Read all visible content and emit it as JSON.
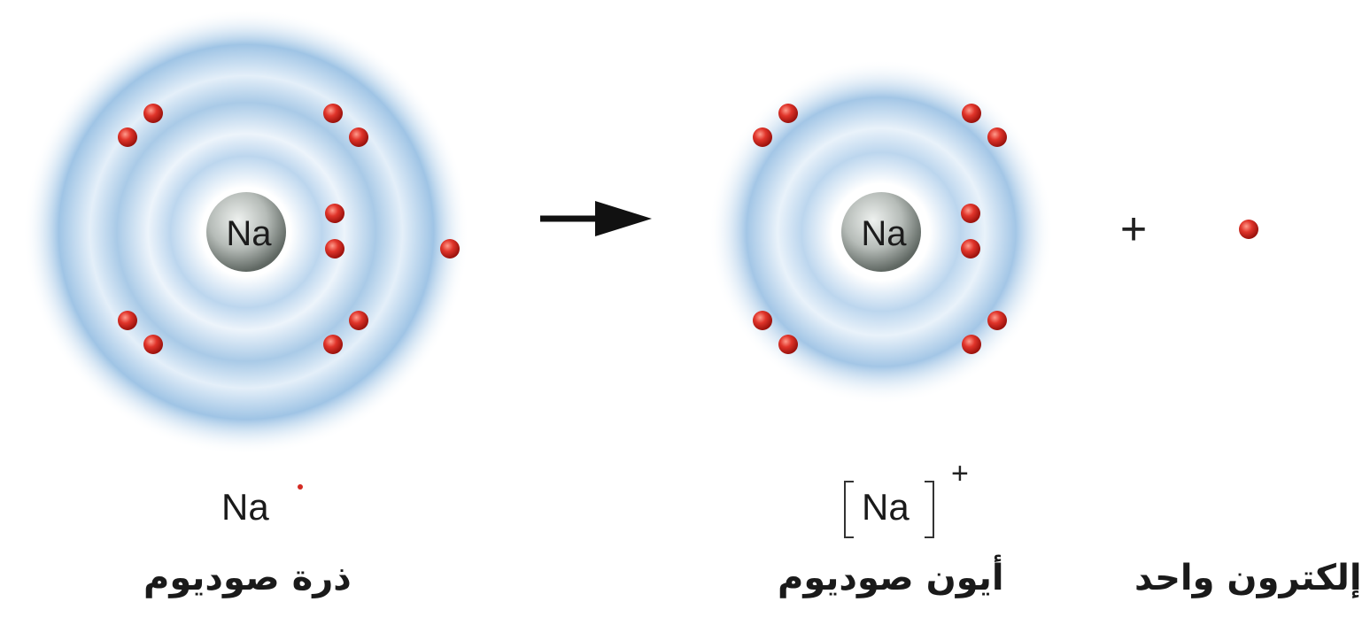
{
  "atom": {
    "nucleus_label": "Na",
    "shells_electrons": [
      2,
      8,
      1
    ],
    "symbol": "Na",
    "name": "ذرة صوديوم"
  },
  "ion": {
    "nucleus_label": "Na",
    "shells_electrons": [
      2,
      8
    ],
    "symbol": "Na",
    "charge": "+",
    "name": "أيون صوديوم"
  },
  "electron": {
    "name": "إلكترون واحد"
  },
  "operator_plus": "+",
  "colors": {
    "shell": "#aacbe6",
    "electron": "#d42a22",
    "nucleus": "#b8bdba",
    "arrow": "#111111"
  }
}
